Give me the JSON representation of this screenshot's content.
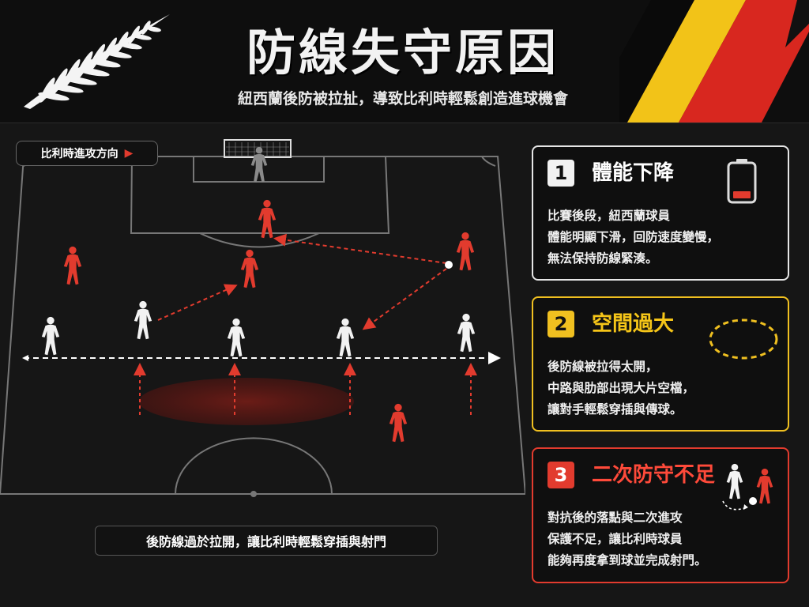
{
  "header": {
    "title": "防線失守原因",
    "subtitle": "紐西蘭後防被拉扯，導致比利時輕鬆創造進球機會"
  },
  "pitch": {
    "direction_label": "比利時進攻方向",
    "caption": "後防線過於拉開，讓比利時輕鬆穿插與射門"
  },
  "cards": [
    {
      "number": "1",
      "title": "體能下降",
      "lines": [
        "比賽後段，紐西蘭球員",
        "體能明顯下滑，回防速度變慢，",
        "無法保持防線緊湊。"
      ],
      "icon": "battery-low-icon"
    },
    {
      "number": "2",
      "title": "空間過大",
      "lines": [
        "後防線被拉得太開，",
        "中路與肋部出現大片空檔，",
        "讓對手輕鬆穿插與傳球。"
      ],
      "icon": "dashed-ellipse-icon"
    },
    {
      "number": "3",
      "title": "二次防守不足",
      "lines": [
        "對抗後的落點與二次進攻",
        "保護不足，讓比利時球員",
        "能夠再度拿到球並完成射門。"
      ],
      "icon": "player-duel-icon"
    }
  ],
  "colors": {
    "red_team": "#e23b2e",
    "white_team": "#f2f2f2",
    "yellow": "#f0c020",
    "goalkeeper": "#8a8a8a"
  }
}
